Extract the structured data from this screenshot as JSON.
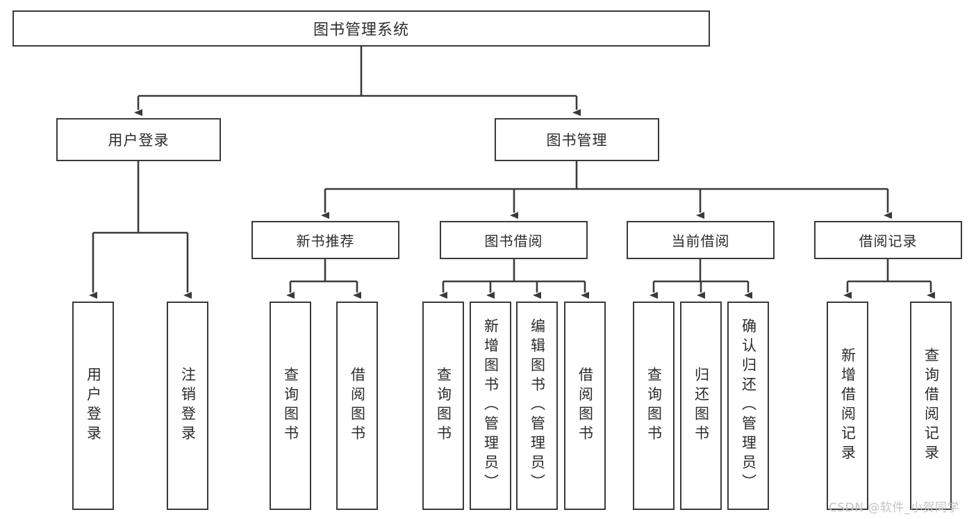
{
  "diagram": {
    "title": "图书管理系统",
    "type": "tree-hierarchy",
    "watermark": "CSDN @软件_小贺同学",
    "colors": {
      "stroke": "#3a3a3a",
      "fill": "#ffffff",
      "text": "#2b2b2b",
      "watermark": "#c3c3c3"
    },
    "root": {
      "label": "图书管理系统"
    },
    "level1": [
      {
        "id": "user-login",
        "label": "用户登录"
      },
      {
        "id": "book-manage",
        "label": "图书管理"
      }
    ],
    "level2": [
      {
        "id": "new-book-rec",
        "label": "新书推荐",
        "parent": "book-manage"
      },
      {
        "id": "book-borrow",
        "label": "图书借阅",
        "parent": "book-manage"
      },
      {
        "id": "current-borrow",
        "label": "当前借阅",
        "parent": "book-manage"
      },
      {
        "id": "borrow-record",
        "label": "借阅记录",
        "parent": "book-manage"
      }
    ],
    "leaves": {
      "user-login": [
        {
          "id": "leaf-user-login",
          "label": "用户登录"
        },
        {
          "id": "leaf-user-logout",
          "label": "注销登录"
        }
      ],
      "new-book-rec": [
        {
          "id": "leaf-query-book-1",
          "label": "查询图书"
        },
        {
          "id": "leaf-borrow-book-1",
          "label": "借阅图书"
        }
      ],
      "book-borrow": [
        {
          "id": "leaf-query-book-2",
          "label": "查询图书"
        },
        {
          "id": "leaf-add-book",
          "label": "新增图书（管理员）"
        },
        {
          "id": "leaf-edit-book",
          "label": "编辑图书（管理员）"
        },
        {
          "id": "leaf-borrow-book-2",
          "label": "借阅图书"
        }
      ],
      "current-borrow": [
        {
          "id": "leaf-query-book-3",
          "label": "查询图书"
        },
        {
          "id": "leaf-return-book",
          "label": "归还图书"
        },
        {
          "id": "leaf-confirm-return",
          "label": "确认归还（管理员）"
        }
      ],
      "borrow-record": [
        {
          "id": "leaf-add-record",
          "label": "新增借阅记录"
        },
        {
          "id": "leaf-query-record",
          "label": "查询借阅记录"
        }
      ]
    }
  }
}
